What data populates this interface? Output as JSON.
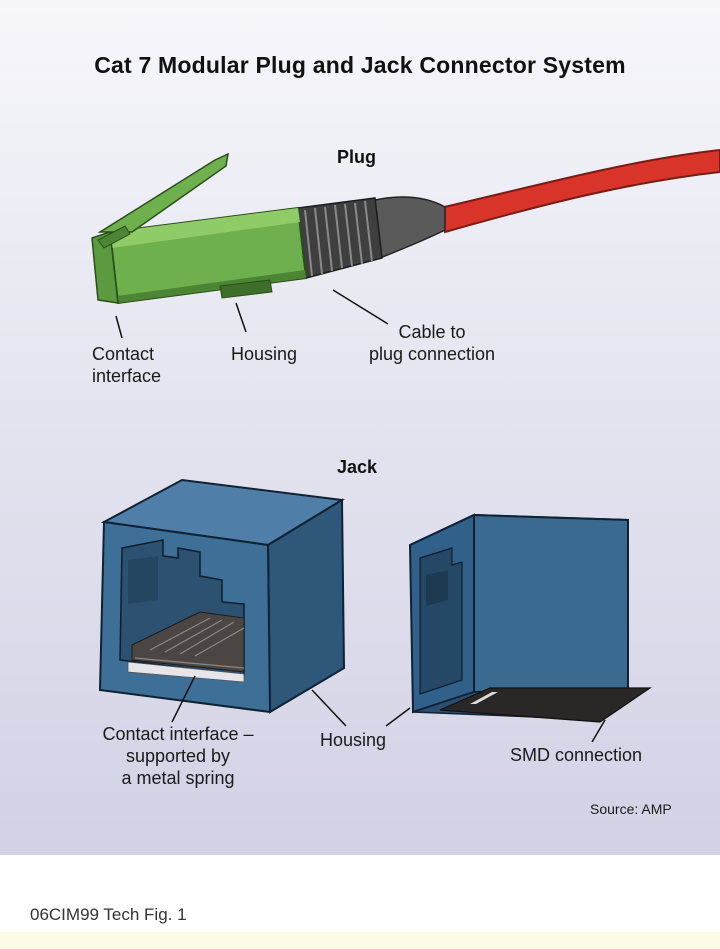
{
  "figure": {
    "title": "Cat 7 Modular Plug and Jack Connector System",
    "plug_section": {
      "heading": "Plug",
      "labels": {
        "contact_interface": "Contact\ninterface",
        "housing": "Housing",
        "cable_connection": "Cable to\nplug connection"
      }
    },
    "jack_section": {
      "heading": "Jack",
      "labels": {
        "contact_interface": "Contact interface –\nsupported by\na metal spring",
        "housing": "Housing",
        "smd_connection": "SMD connection"
      }
    },
    "source": "Source: AMP"
  },
  "caption": "06CIM99 Tech Fig. 1",
  "colors": {
    "plug_green": "#6fb04e",
    "cable_red": "#d8342a",
    "jack_blue": "#3e6f96",
    "boot_gray": "#555555"
  }
}
